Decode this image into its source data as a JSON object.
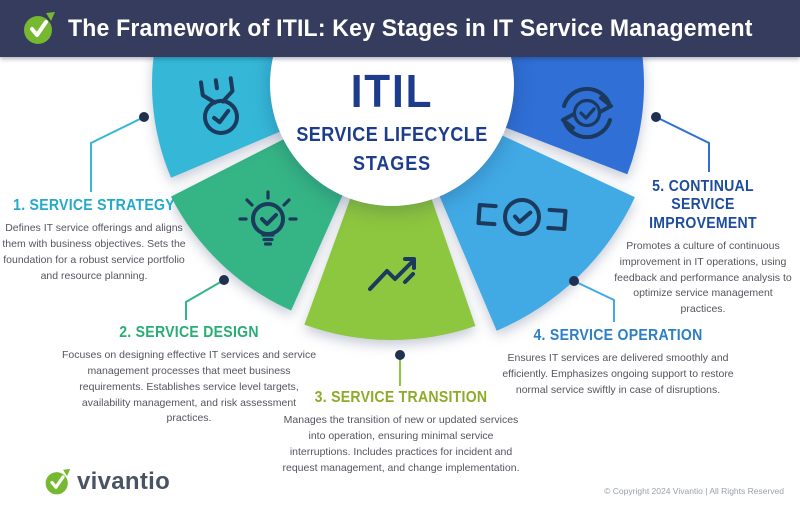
{
  "header": {
    "title": "The Framework of ITIL: Key Stages in IT Service Management",
    "background_color": "#363c5e",
    "logo_color": "#76b82f"
  },
  "center": {
    "line1": "ITIL",
    "line2": "SERVICE LIFECYCLE",
    "line3": "STAGES",
    "text_color": "#1d3d8c"
  },
  "stages": [
    {
      "title": "1. SERVICE STRATEGY",
      "description": "Defines IT service offerings and aligns them with business objectives. Sets the foundation for a robust service portfolio and resource planning.",
      "color": "#35b8d8",
      "title_color": "#23a9c9",
      "icon": "medal-icon"
    },
    {
      "title": "2. SERVICE DESIGN",
      "description": "Focuses on designing effective IT services and service management processes that meet business requirements. Establishes service level targets, availability management, and risk assessment practices.",
      "color": "#35b585",
      "title_color": "#27ae74",
      "icon": "lightbulb-icon"
    },
    {
      "title": "3. SERVICE TRANSITION",
      "description": "Manages the transition of new or updated services into operation, ensuring minimal service interruptions. Includes practices for incident and request management, and change implementation.",
      "color": "#8dc63f",
      "title_color": "#8cab28",
      "icon": "trend-arrow-icon"
    },
    {
      "title": "4. SERVICE OPERATION",
      "description": "Ensures IT services are delivered smoothly and efficiently. Emphasizes ongoing support to restore normal service swiftly in case of disruptions.",
      "color": "#41a9e4",
      "title_color": "#2c7fc7",
      "icon": "gauge-icon"
    },
    {
      "title": "5. CONTINUAL SERVICE IMPROVEMENT",
      "description": "Promotes a culture of continuous improvement in IT operations, using feedback and performance analysis to optimize service management practices.",
      "color": "#2f6fd6",
      "title_color": "#1d4c9e",
      "icon": "refresh-icon"
    }
  ],
  "footer": {
    "logo_text": "vivantio",
    "copyright": "© Copyright 2024 Vivantio | All Rights Reserved"
  }
}
